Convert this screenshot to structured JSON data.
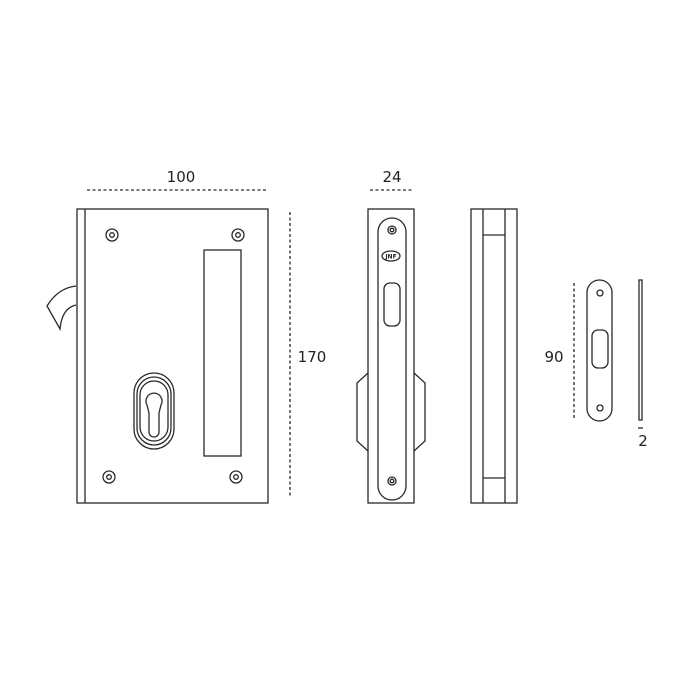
{
  "dimensions": {
    "width_lock": "100",
    "height_lock": "170",
    "thickness_faceplate": "24",
    "height_strike": "90",
    "thickness_strike": "2"
  },
  "colors": {
    "line": "#2a2a2a",
    "background": "#ffffff"
  },
  "logo": "JNF"
}
